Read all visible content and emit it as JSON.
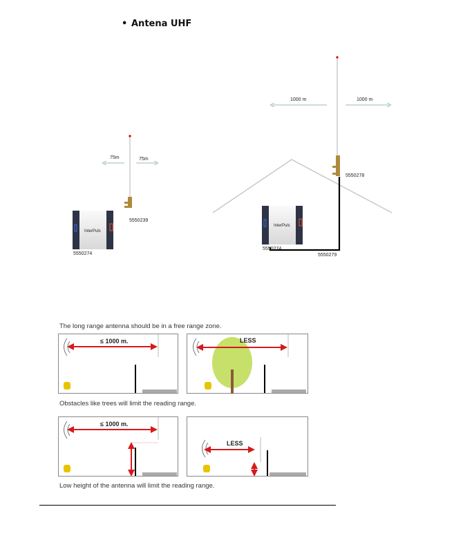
{
  "heading": {
    "bullet": "•",
    "title": "Antena UHF"
  },
  "figure_short": {
    "range_left": "75m",
    "range_right": "75m",
    "antenna_code": "5550239",
    "device_code": "5550274",
    "device_brand": "InterPuls"
  },
  "figure_long": {
    "range_left": "1000 m",
    "range_right": "1000 m",
    "antenna_code": "5550278",
    "device_code": "5550274",
    "cable_code": "5550279",
    "device_brand": "InterPuls"
  },
  "diagrams": {
    "caption_top": "The long range antenna should be in a free range zone.",
    "caption_middle": "Obstacles like trees will limit the reading range.",
    "caption_bottom": "Low height of the antenna will limit the reading range.",
    "panel1_label": "≤ 1000 m.",
    "panel2_label": "LESS",
    "panel3_label": "≤ 1000 m.",
    "panel4_label": "LESS"
  },
  "colors": {
    "arrow": "#d7191c",
    "tree": "#c6e06a",
    "trunk": "#8a5a3a",
    "meter": "#e8c400"
  }
}
